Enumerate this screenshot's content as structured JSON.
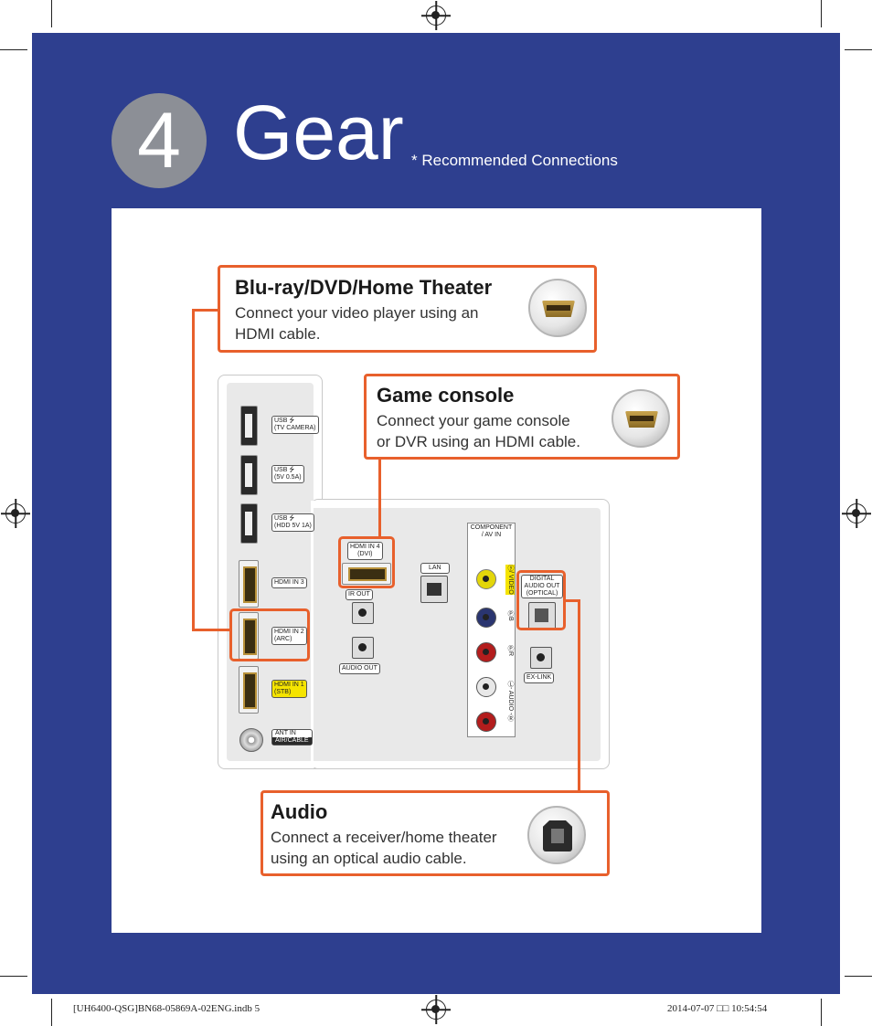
{
  "header": {
    "step_number": "4",
    "title": "Gear",
    "subtitle": "* Recommended Connections"
  },
  "callouts": {
    "bluray": {
      "title": "Blu-ray/DVD/Home Theater",
      "line1": "Connect your video player using an",
      "line2": "HDMI cable."
    },
    "game": {
      "title": "Game console",
      "line1": "Connect your game console",
      "line2": "or DVR using an HDMI cable."
    },
    "audio": {
      "title": "Audio",
      "line1": "Connect a receiver/home theater",
      "line2": "using an optical audio cable."
    }
  },
  "ports": {
    "usb1": "USB ⭍",
    "usb1_sub": "(TV CAMERA)",
    "usb2": "USB ⭍",
    "usb2_sub": "(5V 0.5A)",
    "usb3": "USB ⭍",
    "usb3_sub": "(HDD 5V 1A)",
    "hdmi3": "HDMI IN 3",
    "hdmi2": "HDMI IN 2",
    "hdmi2_sub": "(ARC)",
    "hdmi1": "HDMI IN 1",
    "hdmi1_sub": "(STB)",
    "ant": "ANT IN",
    "ant_sub": "AIR/CABLE",
    "hdmi4": "HDMI IN 4",
    "hdmi4_sub": "(DVI)",
    "ir_out": "IR OUT",
    "audio_out": "AUDIO OUT",
    "lan": "LAN",
    "component": "COMPONENT",
    "component_sub": "/ AV IN",
    "video_label": "ⓨ/ VIDEO",
    "pb_label": "ⓅB",
    "pr_label": "ⓅR",
    "audio_label": "Ⓛ- AUDIO -Ⓡ",
    "optical": "DIGITAL",
    "optical_sub": "AUDIO OUT",
    "optical_sub2": "(OPTICAL)",
    "exlink": "EX-LINK"
  },
  "footer": {
    "left": "[UH6400-QSG]BN68-05869A-02ENG.indb   5",
    "right": "2014-07-07   □□ 10:54:54"
  },
  "colors": {
    "background": "#2e3f8f",
    "accent": "#e8602c",
    "circle": "#8c8f96"
  }
}
